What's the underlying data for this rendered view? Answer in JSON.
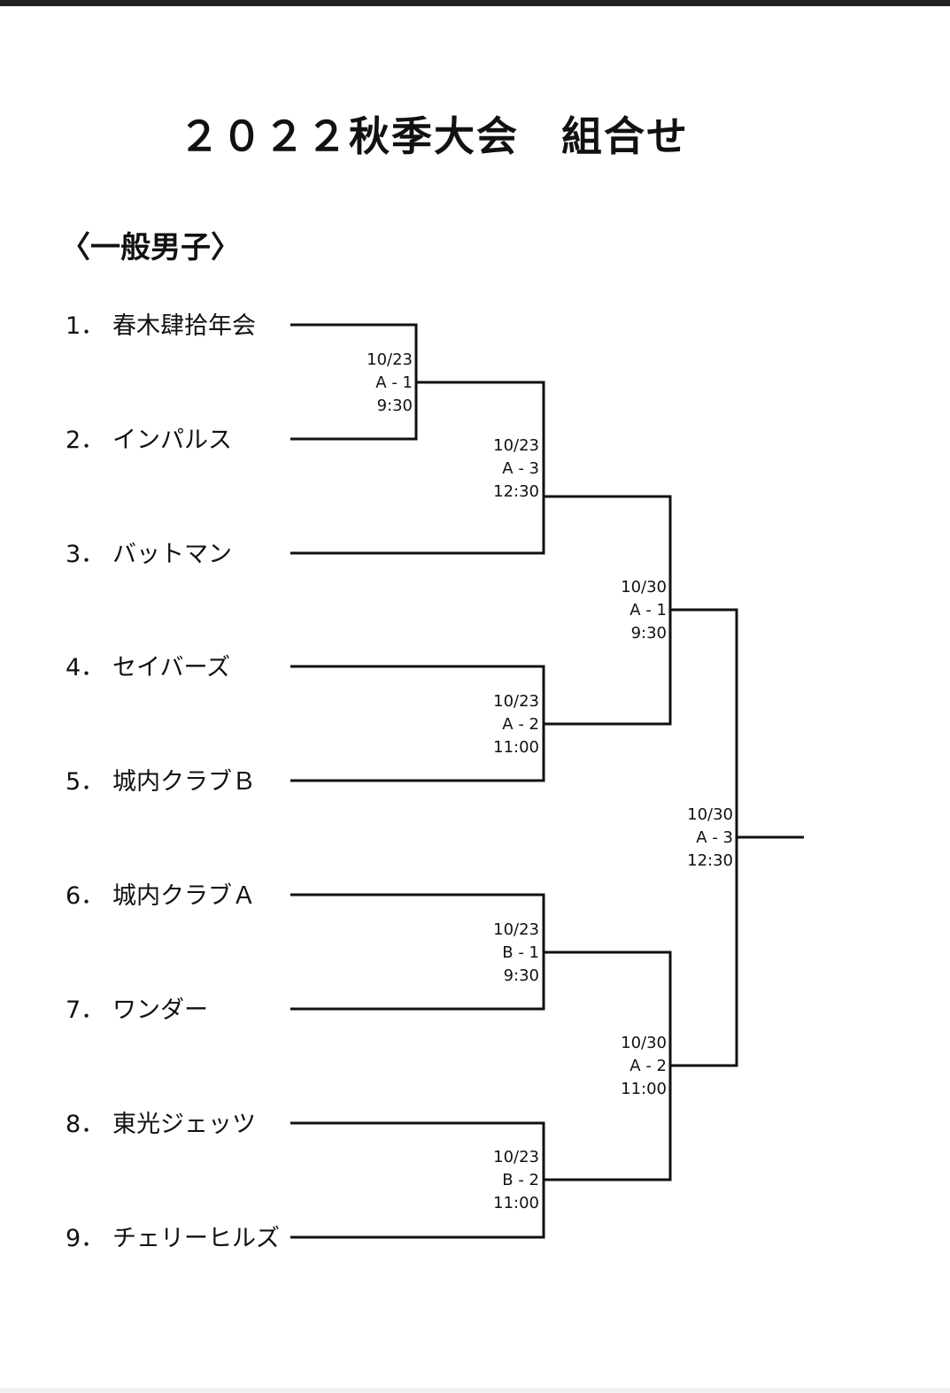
{
  "title": "２０２２秋季大会　組合せ",
  "category": "〈一般男子〉",
  "teams": [
    {
      "no": "1．",
      "name": "春木肆拾年会"
    },
    {
      "no": "2．",
      "name": "インパルス"
    },
    {
      "no": "3．",
      "name": "バットマン"
    },
    {
      "no": "4．",
      "name": "セイバーズ"
    },
    {
      "no": "5．",
      "name": "城内クラブＢ"
    },
    {
      "no": "6．",
      "name": "城内クラブＡ"
    },
    {
      "no": "7．",
      "name": "ワンダー"
    },
    {
      "no": "8．",
      "name": "東光ジェッツ"
    },
    {
      "no": "9．",
      "name": "チェリーヒルズ"
    }
  ],
  "matches": [
    {
      "id": "m1",
      "date": "10/23",
      "code": "A - 1",
      "time": "9:30"
    },
    {
      "id": "m2",
      "date": "10/23",
      "code": "A - 3",
      "time": "12:30"
    },
    {
      "id": "m3",
      "date": "10/23",
      "code": "A - 2",
      "time": "11:00"
    },
    {
      "id": "m4",
      "date": "10/23",
      "code": "B - 1",
      "time": "9:30"
    },
    {
      "id": "m5",
      "date": "10/23",
      "code": "B - 2",
      "time": "11:00"
    },
    {
      "id": "m6",
      "date": "10/30",
      "code": "A - 1",
      "time": "9:30"
    },
    {
      "id": "m7",
      "date": "10/30",
      "code": "A - 2",
      "time": "11:00"
    },
    {
      "id": "m8",
      "date": "10/30",
      "code": "A - 3",
      "time": "12:30"
    }
  ]
}
